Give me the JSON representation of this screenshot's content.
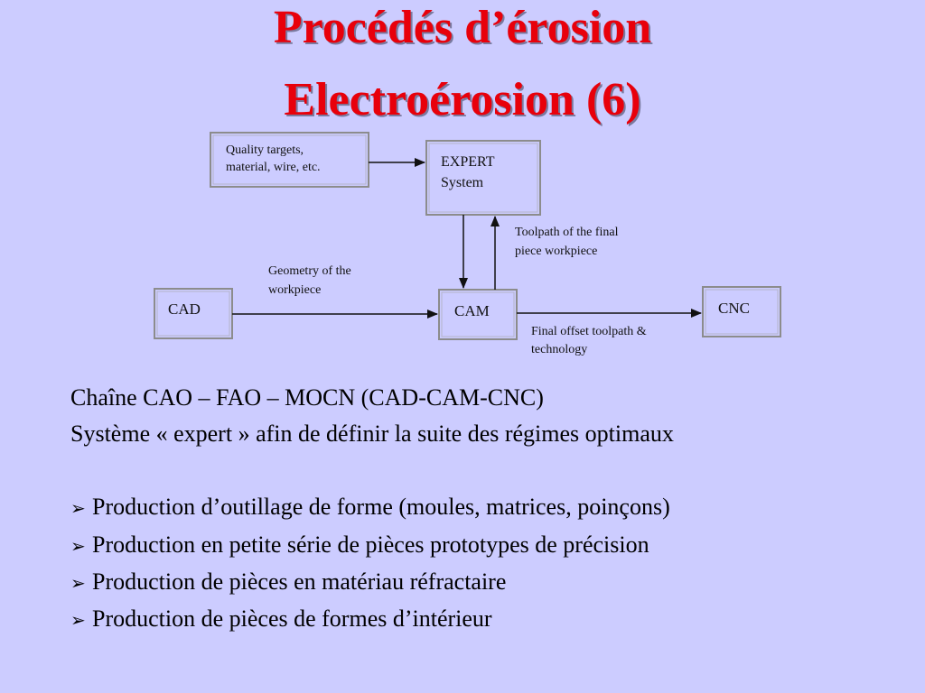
{
  "title_line1": "Procédés d’érosion",
  "title_line2": "Electroérosion (6)",
  "diagram": {
    "quality_box": [
      "Quality targets,",
      "material, wire, etc."
    ],
    "expert_box": [
      "EXPERT",
      "System"
    ],
    "cad_box": "CAD",
    "cam_box": "CAM",
    "cnc_box": "CNC",
    "geometry_label": [
      "Geometry of the",
      "workpiece"
    ],
    "toolpath_label": [
      "Toolpath of the final",
      "piece workpiece"
    ],
    "offset_label": [
      "Final offset toolpath &",
      "technology"
    ]
  },
  "lines": [
    "Chaîne CAO – FAO – MOCN (CAD-CAM-CNC)",
    "Système « expert » afin de définir la suite des régimes optimaux"
  ],
  "bullet_symbol": "➢",
  "bullets": [
    "Production d’outillage de forme (moules, matrices, poinçons)",
    "Production en petite série de pièces prototypes de précision",
    "Production de pièces en matériau réfractaire",
    "Production de pièces de formes d’intérieur"
  ]
}
